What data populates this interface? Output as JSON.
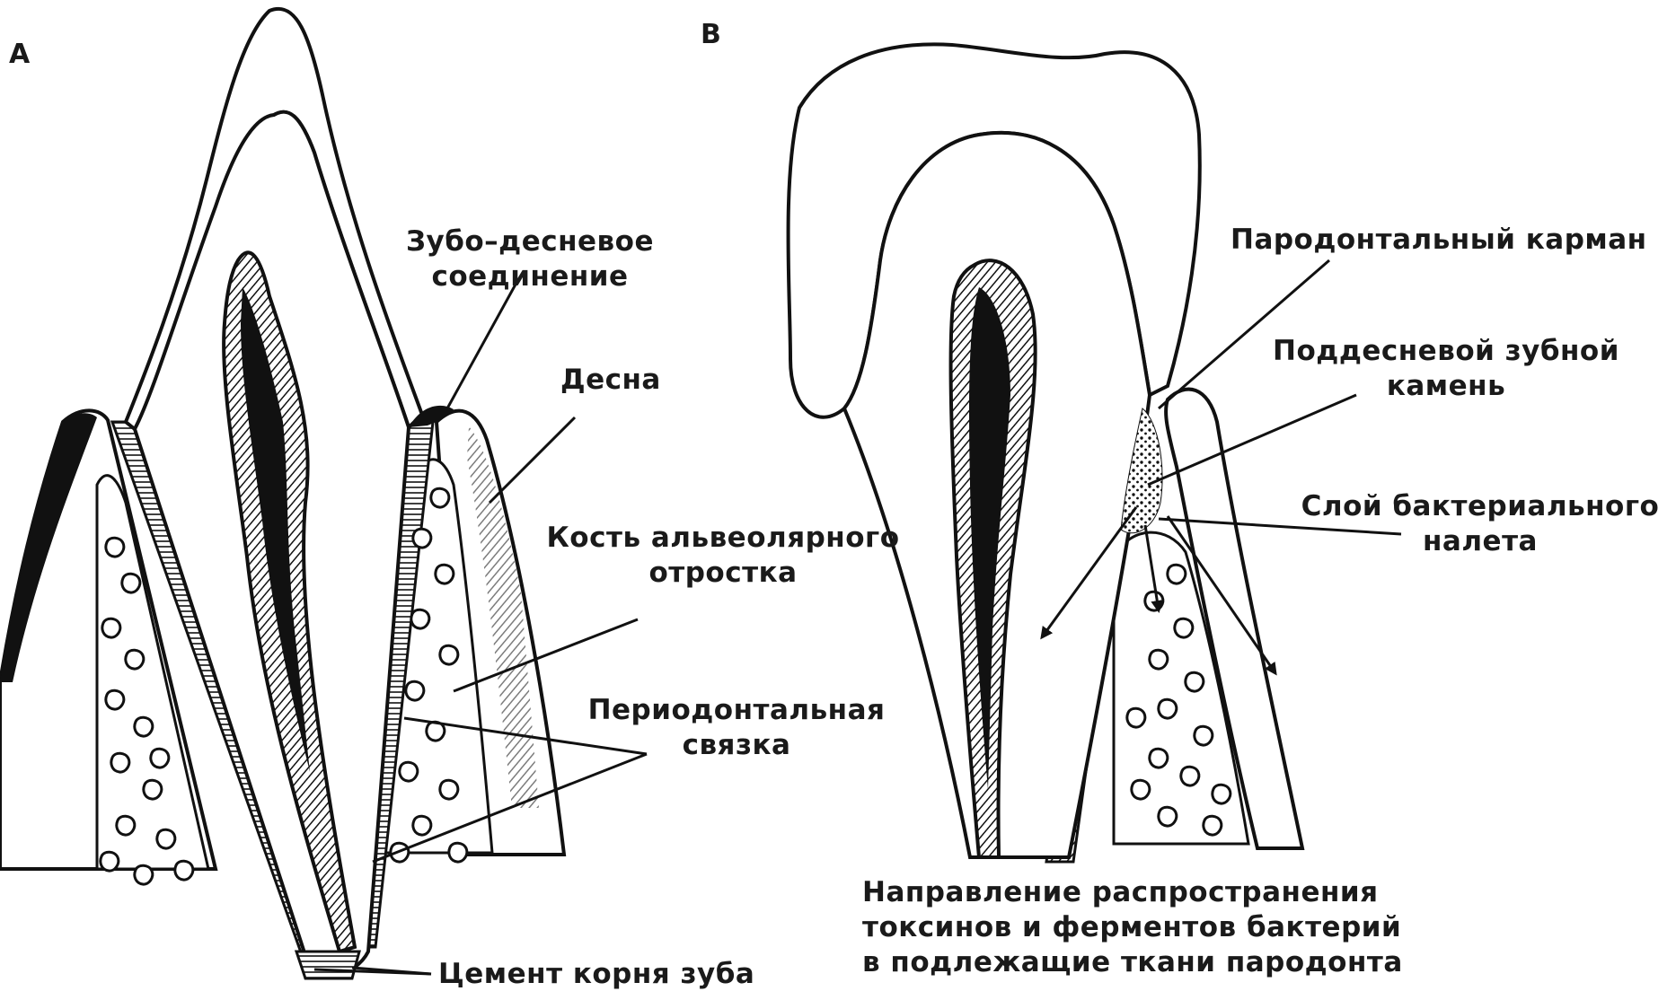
{
  "panel_a": {
    "letter": "A",
    "labels": {
      "junction_1": "Зубо–десневое",
      "junction_2": "соединение",
      "gum": "Десна",
      "bone_1": "Кость альвеолярного",
      "bone_2": "отростка",
      "ligament_1": "Периодонтальная",
      "ligament_2": "связка",
      "cement": "Цемент корня зуба"
    }
  },
  "panel_b": {
    "letter": "B",
    "labels": {
      "pocket": "Пародонтальный карман",
      "calculus_1": "Поддесневой зубной",
      "calculus_2": "камень",
      "plaque_1": "Слой бактериального",
      "plaque_2": "налета",
      "spread_1": "Направление распространения",
      "spread_2": "токсинов и ферментов бактерий",
      "spread_3": "в подлежащие ткани пародонта"
    }
  }
}
